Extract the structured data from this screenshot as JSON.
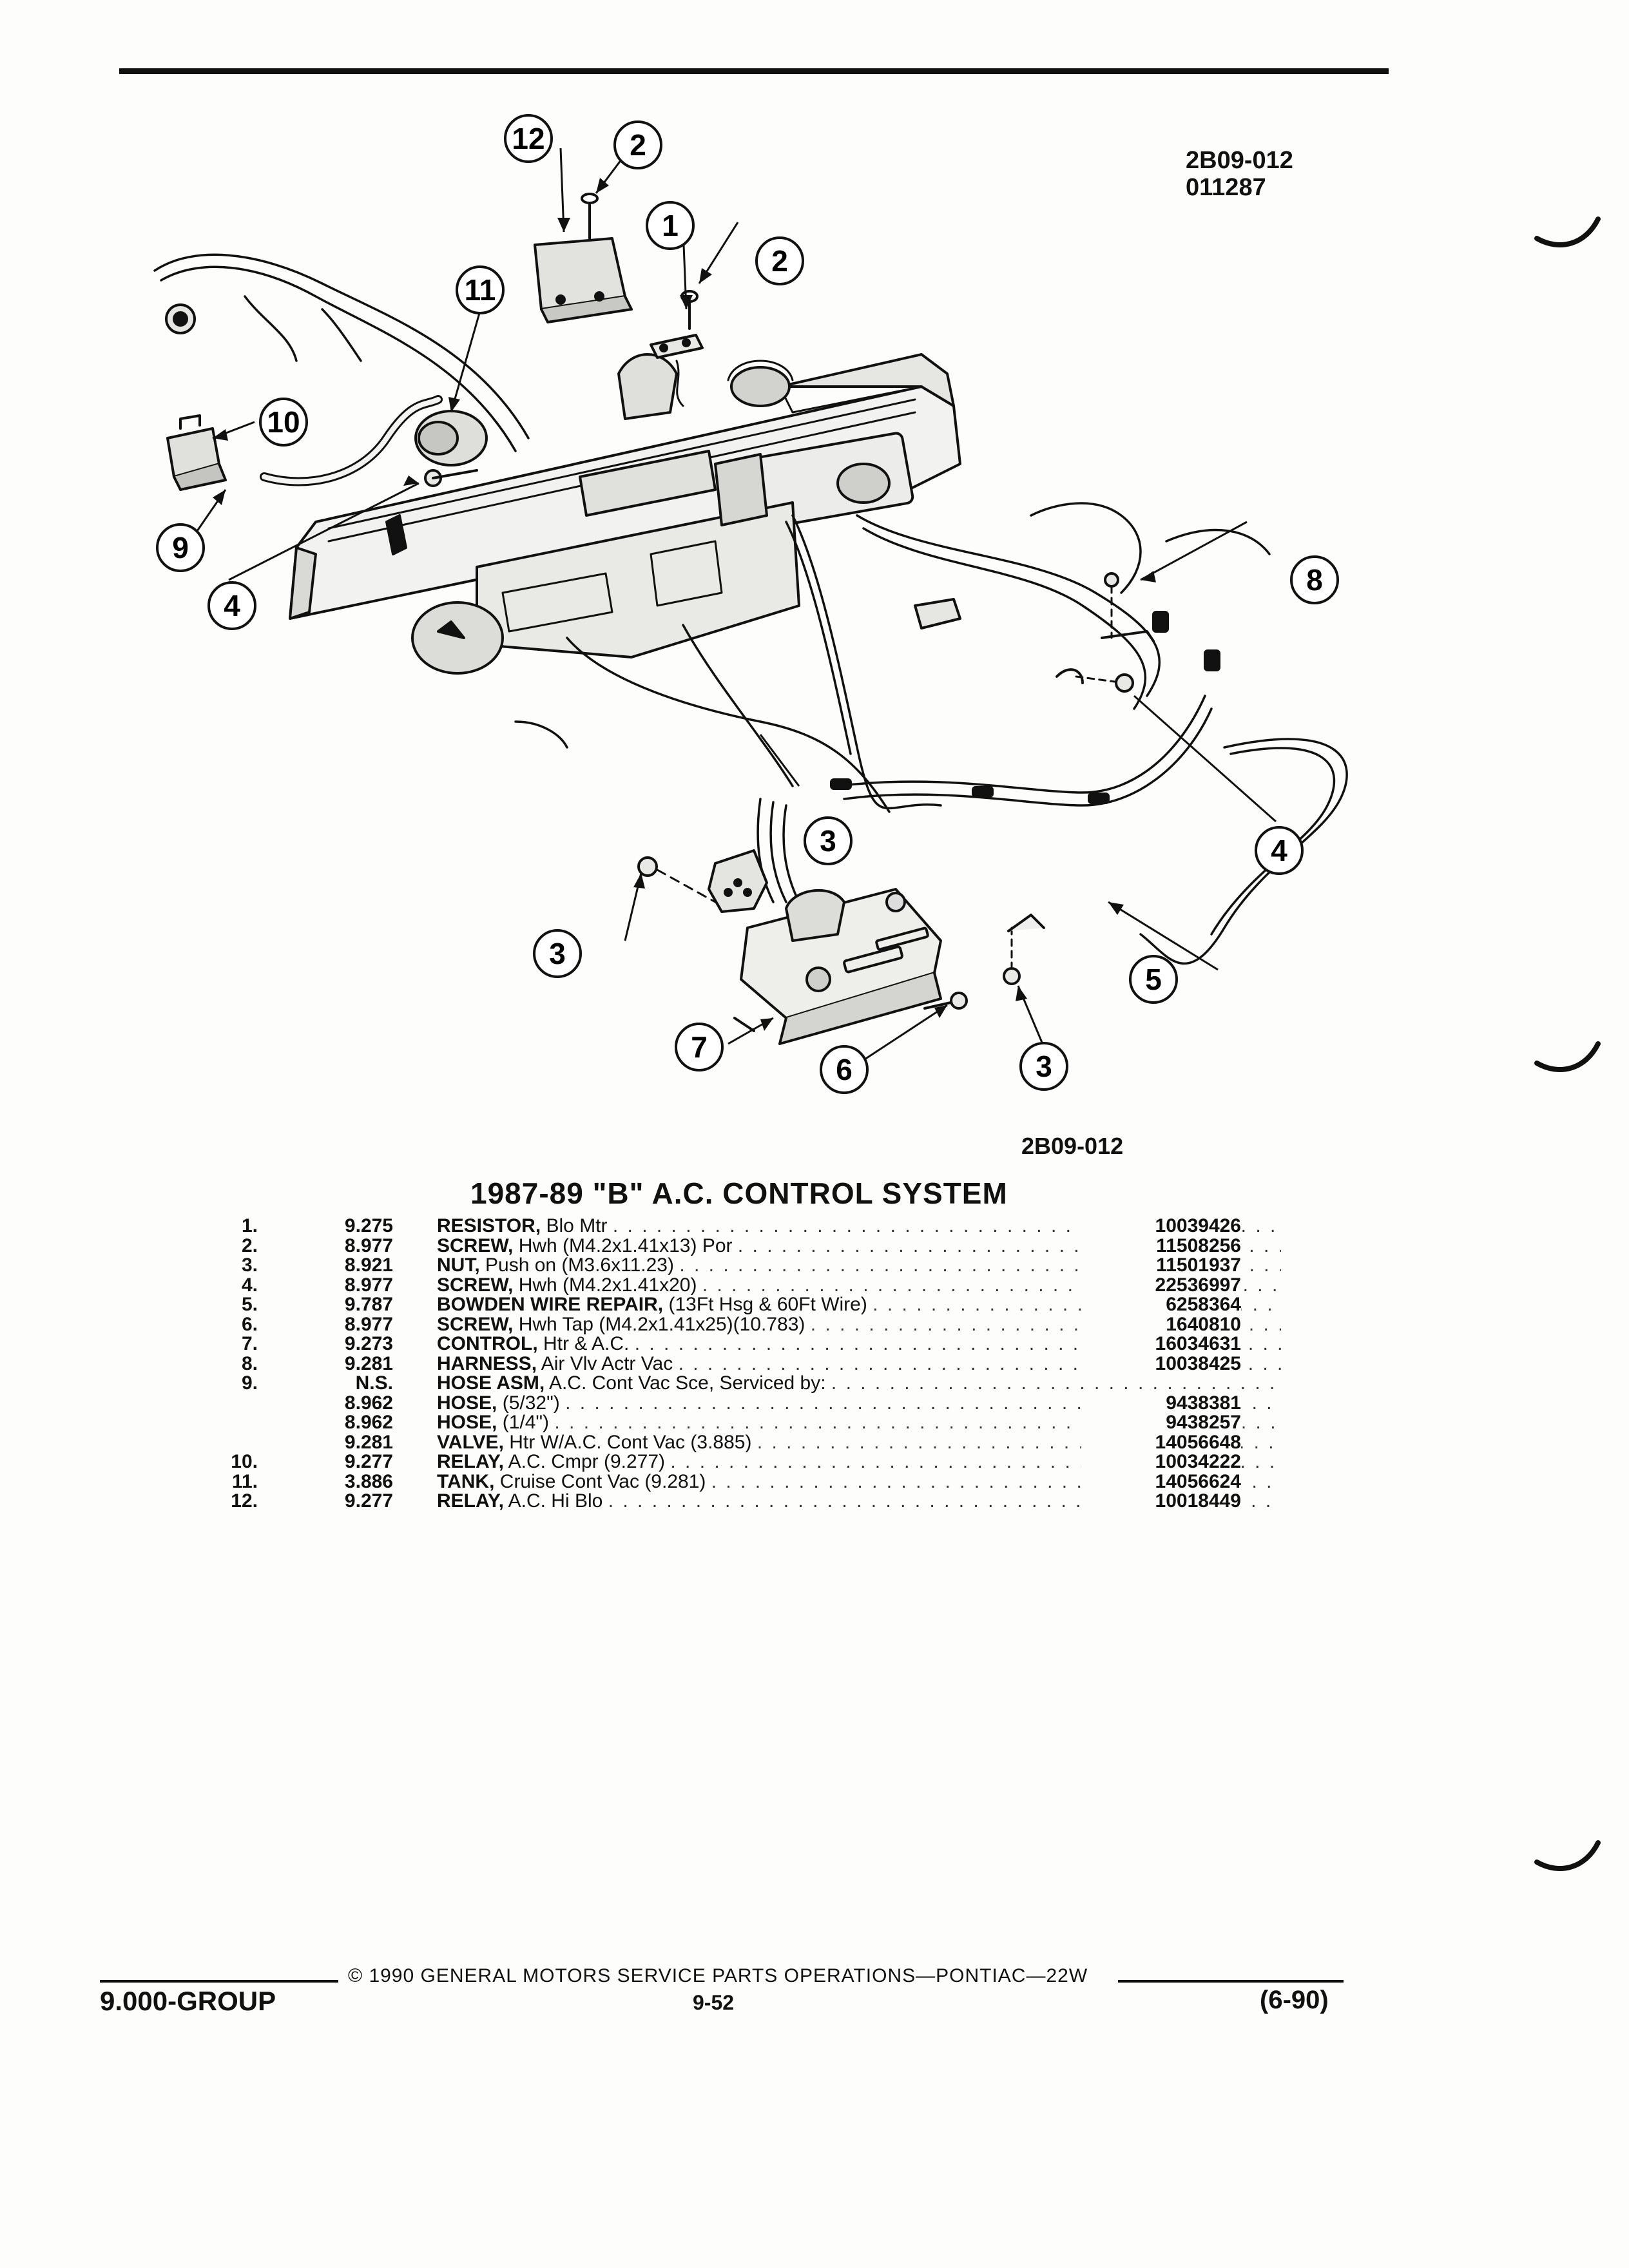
{
  "figure": {
    "id_line1": "2B09-012",
    "id_line2": "011287",
    "caption": "2B09-012",
    "callouts": [
      "12",
      "2",
      "1",
      "2",
      "11",
      "10",
      "9",
      "4",
      "3",
      "8",
      "4",
      "3",
      "5",
      "7",
      "6",
      "3"
    ]
  },
  "section": {
    "title": "1987-89 \"B\" A.C. CONTROL SYSTEM"
  },
  "parts": [
    {
      "num": "1.",
      "group": "9.275",
      "name": "RESISTOR,",
      "desc": "Blo Mtr",
      "part": "10039426"
    },
    {
      "num": "2.",
      "group": "8.977",
      "name": "SCREW,",
      "desc": "Hwh (M4.2x1.41x13) Por",
      "part": "11508256"
    },
    {
      "num": "3.",
      "group": "8.921",
      "name": "NUT,",
      "desc": "Push on (M3.6x11.23)",
      "part": "11501937"
    },
    {
      "num": "4.",
      "group": "8.977",
      "name": "SCREW,",
      "desc": "Hwh (M4.2x1.41x20)",
      "part": "22536997"
    },
    {
      "num": "5.",
      "group": "9.787",
      "name": "BOWDEN WIRE REPAIR,",
      "desc": "(13Ft Hsg & 60Ft Wire)",
      "part": "6258364"
    },
    {
      "num": "6.",
      "group": "8.977",
      "name": "SCREW,",
      "desc": "Hwh Tap (M4.2x1.41x25)(10.783)",
      "part": "1640810"
    },
    {
      "num": "7.",
      "group": "9.273",
      "name": "CONTROL,",
      "desc": "Htr & A.C.",
      "part": "16034631"
    },
    {
      "num": "8.",
      "group": "9.281",
      "name": "HARNESS,",
      "desc": "Air Vlv Actr Vac",
      "part": "10038425"
    },
    {
      "num": "9.",
      "group": "N.S.",
      "name": "HOSE ASM,",
      "desc": "A.C. Cont Vac Sce, Serviced by:",
      "part": ""
    },
    {
      "num": "",
      "group": "8.962",
      "name": "HOSE,",
      "desc": "(5/32\")",
      "part": "9438381"
    },
    {
      "num": "",
      "group": "8.962",
      "name": "HOSE,",
      "desc": "(1/4\")",
      "part": "9438257"
    },
    {
      "num": "",
      "group": "9.281",
      "name": "VALVE,",
      "desc": "Htr W/A.C. Cont Vac (3.885)",
      "part": "14056648"
    },
    {
      "num": "10.",
      "group": "9.277",
      "name": "RELAY,",
      "desc": "A.C. Cmpr (9.277)",
      "part": "10034222"
    },
    {
      "num": "11.",
      "group": "3.886",
      "name": "TANK,",
      "desc": "Cruise Cont Vac (9.281)",
      "part": "14056624"
    },
    {
      "num": "12.",
      "group": "9.277",
      "name": "RELAY,",
      "desc": "A.C. Hi Blo",
      "part": "10018449"
    }
  ],
  "footer": {
    "copyright": "© 1990 GENERAL MOTORS SERVICE PARTS OPERATIONS—PONTIAC—22W",
    "group": "9.000-GROUP",
    "page": "9-52",
    "date": "(6-90)"
  }
}
